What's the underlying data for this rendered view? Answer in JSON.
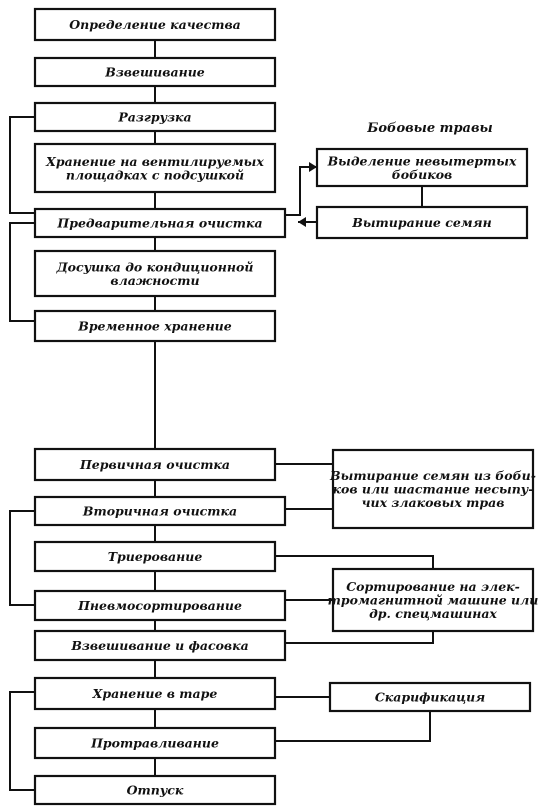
{
  "diagram": {
    "side_title": "Бобовые травы",
    "main_steps": [
      [
        "Определение качества"
      ],
      [
        "Взвешивание"
      ],
      [
        "Разгрузка"
      ],
      [
        "Хранение на вентилируемых",
        "площадках с подсушкой"
      ],
      [
        "Предварительная очистка"
      ],
      [
        "Досушка до кондиционной",
        "влажности"
      ],
      [
        "Временное хранение"
      ],
      [
        "Первичная очистка"
      ],
      [
        "Вторичная очистка"
      ],
      [
        "Триерование"
      ],
      [
        "Пневмосортирование"
      ],
      [
        "Взвешивание и фасовка"
      ],
      [
        "Хранение в таре"
      ],
      [
        "Протравливание"
      ],
      [
        "Отпуск"
      ]
    ],
    "side_steps": [
      [
        "Выделение невытертых",
        "бобиков"
      ],
      [
        "Вытирание семян"
      ],
      [
        "Вытирание семян из боби-",
        "ков или шастание несыпу-",
        "чих злаковых трав"
      ],
      [
        "Сортирование на элек-",
        "тромагнитной машине или",
        "др. спецмашинах"
      ],
      [
        "Скарификация"
      ]
    ]
  }
}
